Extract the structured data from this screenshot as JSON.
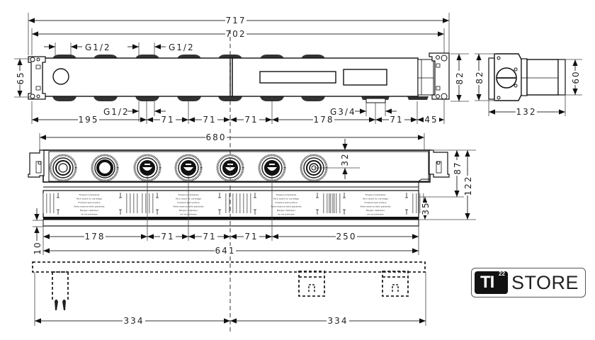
{
  "drawing": {
    "top_view": {
      "overall_width": "717",
      "inner_width": "702",
      "height_left": "65",
      "height_right": "82",
      "thread_top_1": "G1/2",
      "thread_top_2": "G1/2",
      "thread_bottom": "G1/2",
      "thread_outlet": "G3/4",
      "dims_bottom": [
        "195",
        "71",
        "71",
        "71",
        "178",
        "71",
        "45"
      ]
    },
    "side_view": {
      "height": "82",
      "depth": "132",
      "outlet_diameter": "60"
    },
    "front_view": {
      "overall_width": "680",
      "offset_32": "32",
      "height_87": "87",
      "height_122": "122",
      "height_35": "35",
      "bottom_10": "10",
      "dims_bottom": [
        "178",
        "71",
        "71",
        "71",
        "250"
      ],
      "width_641": "641",
      "label_lines": [
        "Fliesenvorderkante",
        "Face avant du carrelage",
        "Finished wall surface",
        "Parte esterna della piastrella",
        "Margen delantero",
        "de los baldosas"
      ]
    },
    "bottom_view": {
      "left_half": "334",
      "right_half": "334"
    }
  },
  "logo": {
    "mark": "TI",
    "superscript": "22",
    "word": "STORE"
  }
}
